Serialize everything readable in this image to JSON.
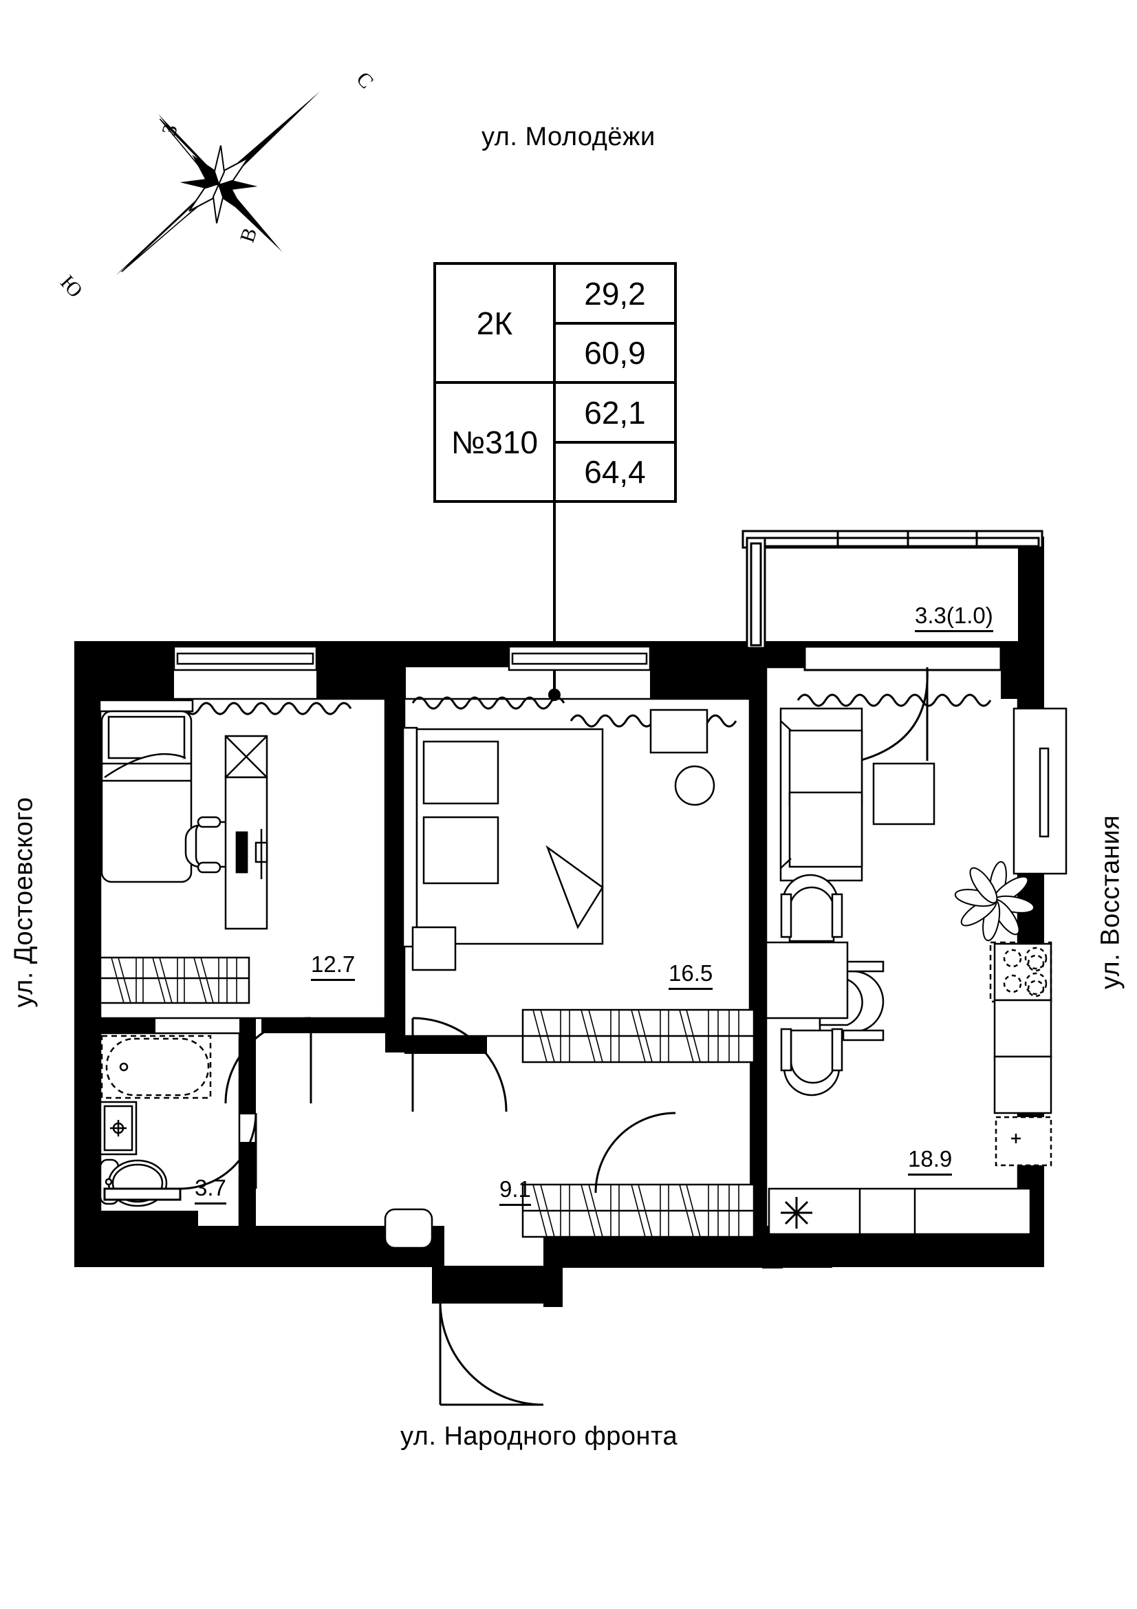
{
  "streets": {
    "top": "ул. Молодёжи",
    "bottom": "ул. Народного фронта",
    "left": "ул. Достоевского",
    "right": "ул. Восстания"
  },
  "compass": {
    "north": "С",
    "south": "Ю",
    "east": "В",
    "west": "З"
  },
  "info_table": {
    "rooms_label": "2К",
    "flat_number": "№310",
    "living_area": "29,2",
    "area_without_balcony": "60,9",
    "total_area": "62,1",
    "area_with_balcony": "64,4"
  },
  "rooms": [
    {
      "name": "bedroom-left",
      "area": "12.7"
    },
    {
      "name": "bedroom-middle",
      "area": "16.5"
    },
    {
      "name": "living-kitchen",
      "area": "18.9"
    },
    {
      "name": "hallway",
      "area": "9.1"
    },
    {
      "name": "bathroom",
      "area": "3.7"
    },
    {
      "name": "balcony",
      "area": "3.3(1.0)"
    }
  ],
  "colors": {
    "wall": "#000000",
    "line": "#000000",
    "background": "#ffffff"
  }
}
